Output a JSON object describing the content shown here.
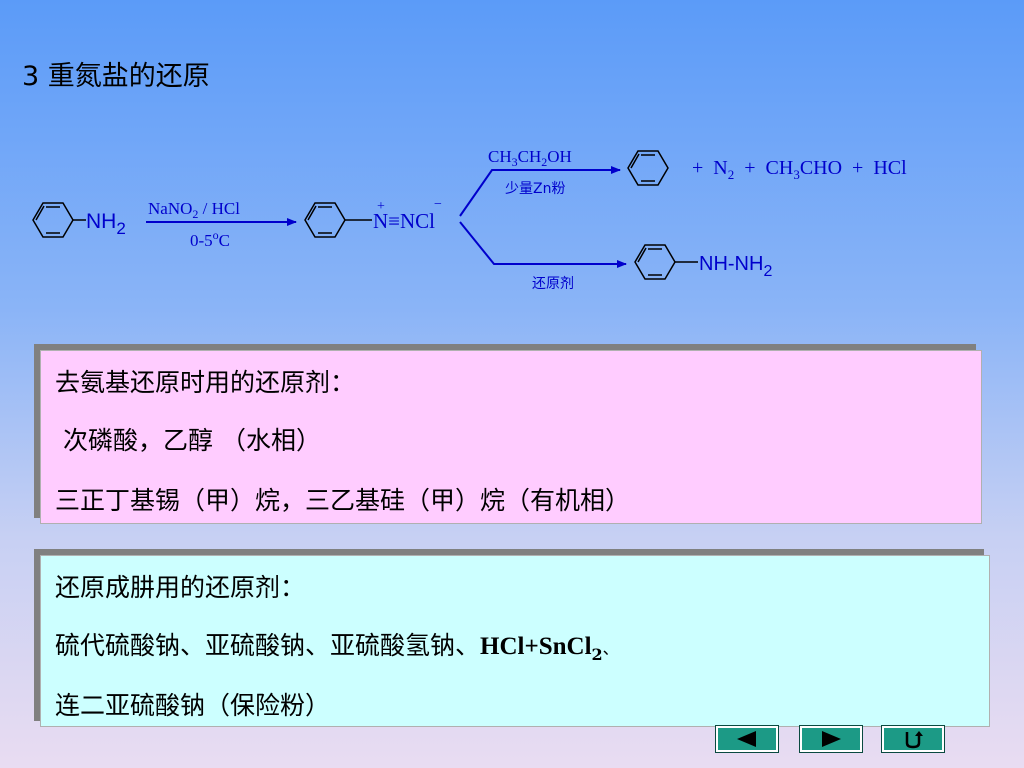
{
  "title": "3 重氮盐的还原",
  "scheme": {
    "nh2": "NH",
    "nh2_sub": "2",
    "reagent1_a": "NaNO",
    "reagent1_sub": "2",
    "reagent1_b": " / HCl",
    "cond1_a": "0-5",
    "cond1_sup": "o",
    "cond1_b": "C",
    "plus_charge": "+",
    "minus_charge": "−",
    "diazonium": "N≡NCl",
    "upper_reagent_a": "CH",
    "upper_reagent_sub1": "3",
    "upper_reagent_b": "CH",
    "upper_reagent_sub2": "2",
    "upper_reagent_c": "OH",
    "upper_cond": "少量Zn粉",
    "lower_reagent": "还原剂",
    "prod_plus1": "+",
    "prod_n2": "N",
    "prod_n2_sub": "2",
    "prod_plus2": "+",
    "prod_ch3cho_a": "CH",
    "prod_ch3cho_sub": "3",
    "prod_ch3cho_b": "CHO",
    "prod_plus3": "+",
    "prod_hcl": "HCl",
    "hydrazine": "NH-NH",
    "hydrazine_sub": "2"
  },
  "box1": {
    "line1": "去氨基还原时用的还原剂：",
    "line2": "次磷酸，乙醇 （水相）",
    "line3": "三正丁基锡（甲）烷，三乙基硅（甲）烷（有机相）"
  },
  "box2": {
    "line1": "还原成肼用的还原剂：",
    "line2_a": "硫代硫酸钠、亚硫酸钠、亚硫酸氢钠、",
    "line2_b": "HCl+SnCl",
    "line2_sub": "2",
    "line2_c": "、",
    "line3": "连二亚硫酸钠（保险粉）"
  },
  "nav": {
    "prev_icon": "triangle-left-icon",
    "next_icon": "triangle-right-icon",
    "return_icon": "return-icon"
  },
  "colors": {
    "scheme_text": "#0000cc",
    "box1_bg": "#ffccff",
    "box2_bg": "#ccffff",
    "nav_bg": "#1c9a86"
  }
}
